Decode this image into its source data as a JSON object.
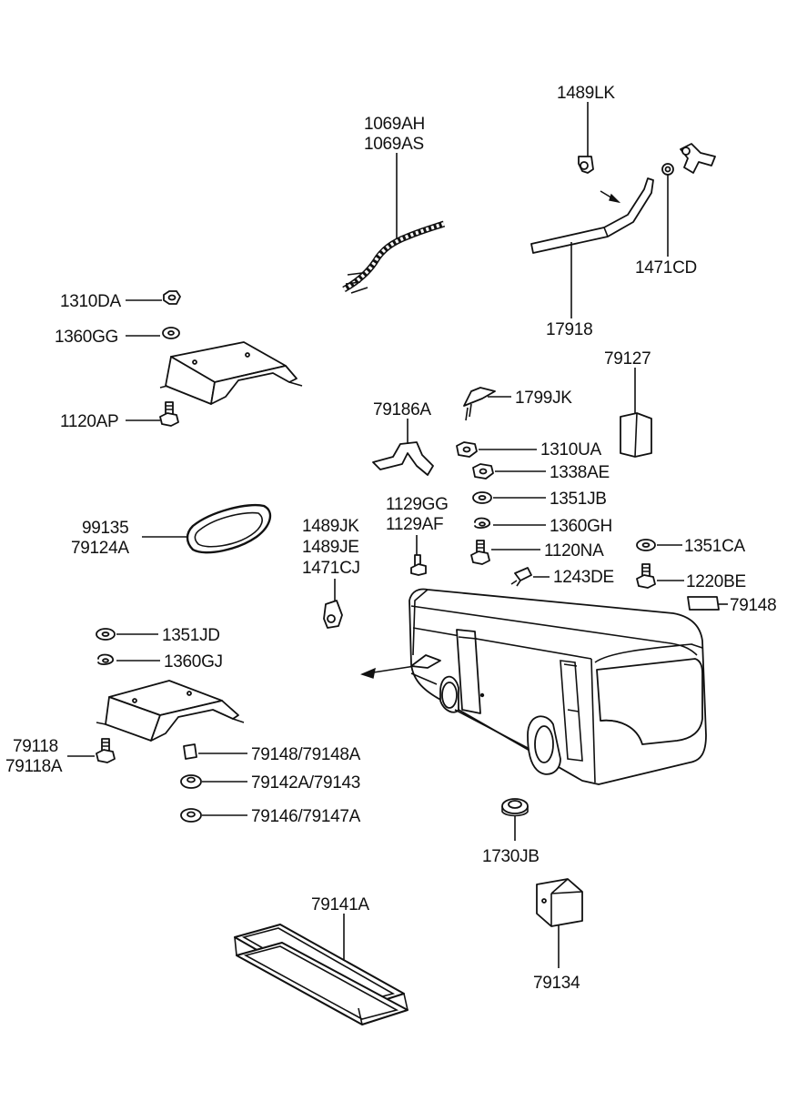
{
  "labels": {
    "p1069a": "1069AH",
    "p1069b": "1069AS",
    "p1489lk": "1489LK",
    "p1471cd": "1471CD",
    "p17918": "17918",
    "p1310da": "1310DA",
    "p1360gg": "1360GG",
    "p1120ap": "1120AP",
    "p79127": "79127",
    "p1799jk": "1799JK",
    "p79186a": "79186A",
    "p1310ua": "1310UA",
    "p1338ae": "1338AE",
    "p1351jb": "1351JB",
    "p1129gg": "1129GG",
    "p1129af": "1129AF",
    "p1360gh": "1360GH",
    "p99135": "99135",
    "p79124a": "79124A",
    "p1489jk": "1489JK",
    "p1489je": "1489JE",
    "p1471cj": "1471CJ",
    "p1120na": "1120NA",
    "p1351ca": "1351CA",
    "p1243de": "1243DE",
    "p1220be": "1220BE",
    "p79148": "79148",
    "p1351jd": "1351JD",
    "p1360gj": "1360GJ",
    "p79118": "79118",
    "p79118a": "79118A",
    "p79148_79148a": "79148/79148A",
    "p79142a_79143": "79142A/79143",
    "p79146_79147a": "79146/79147A",
    "p1730jb": "1730JB",
    "p79141a": "79141A",
    "p79134": "79134"
  }
}
